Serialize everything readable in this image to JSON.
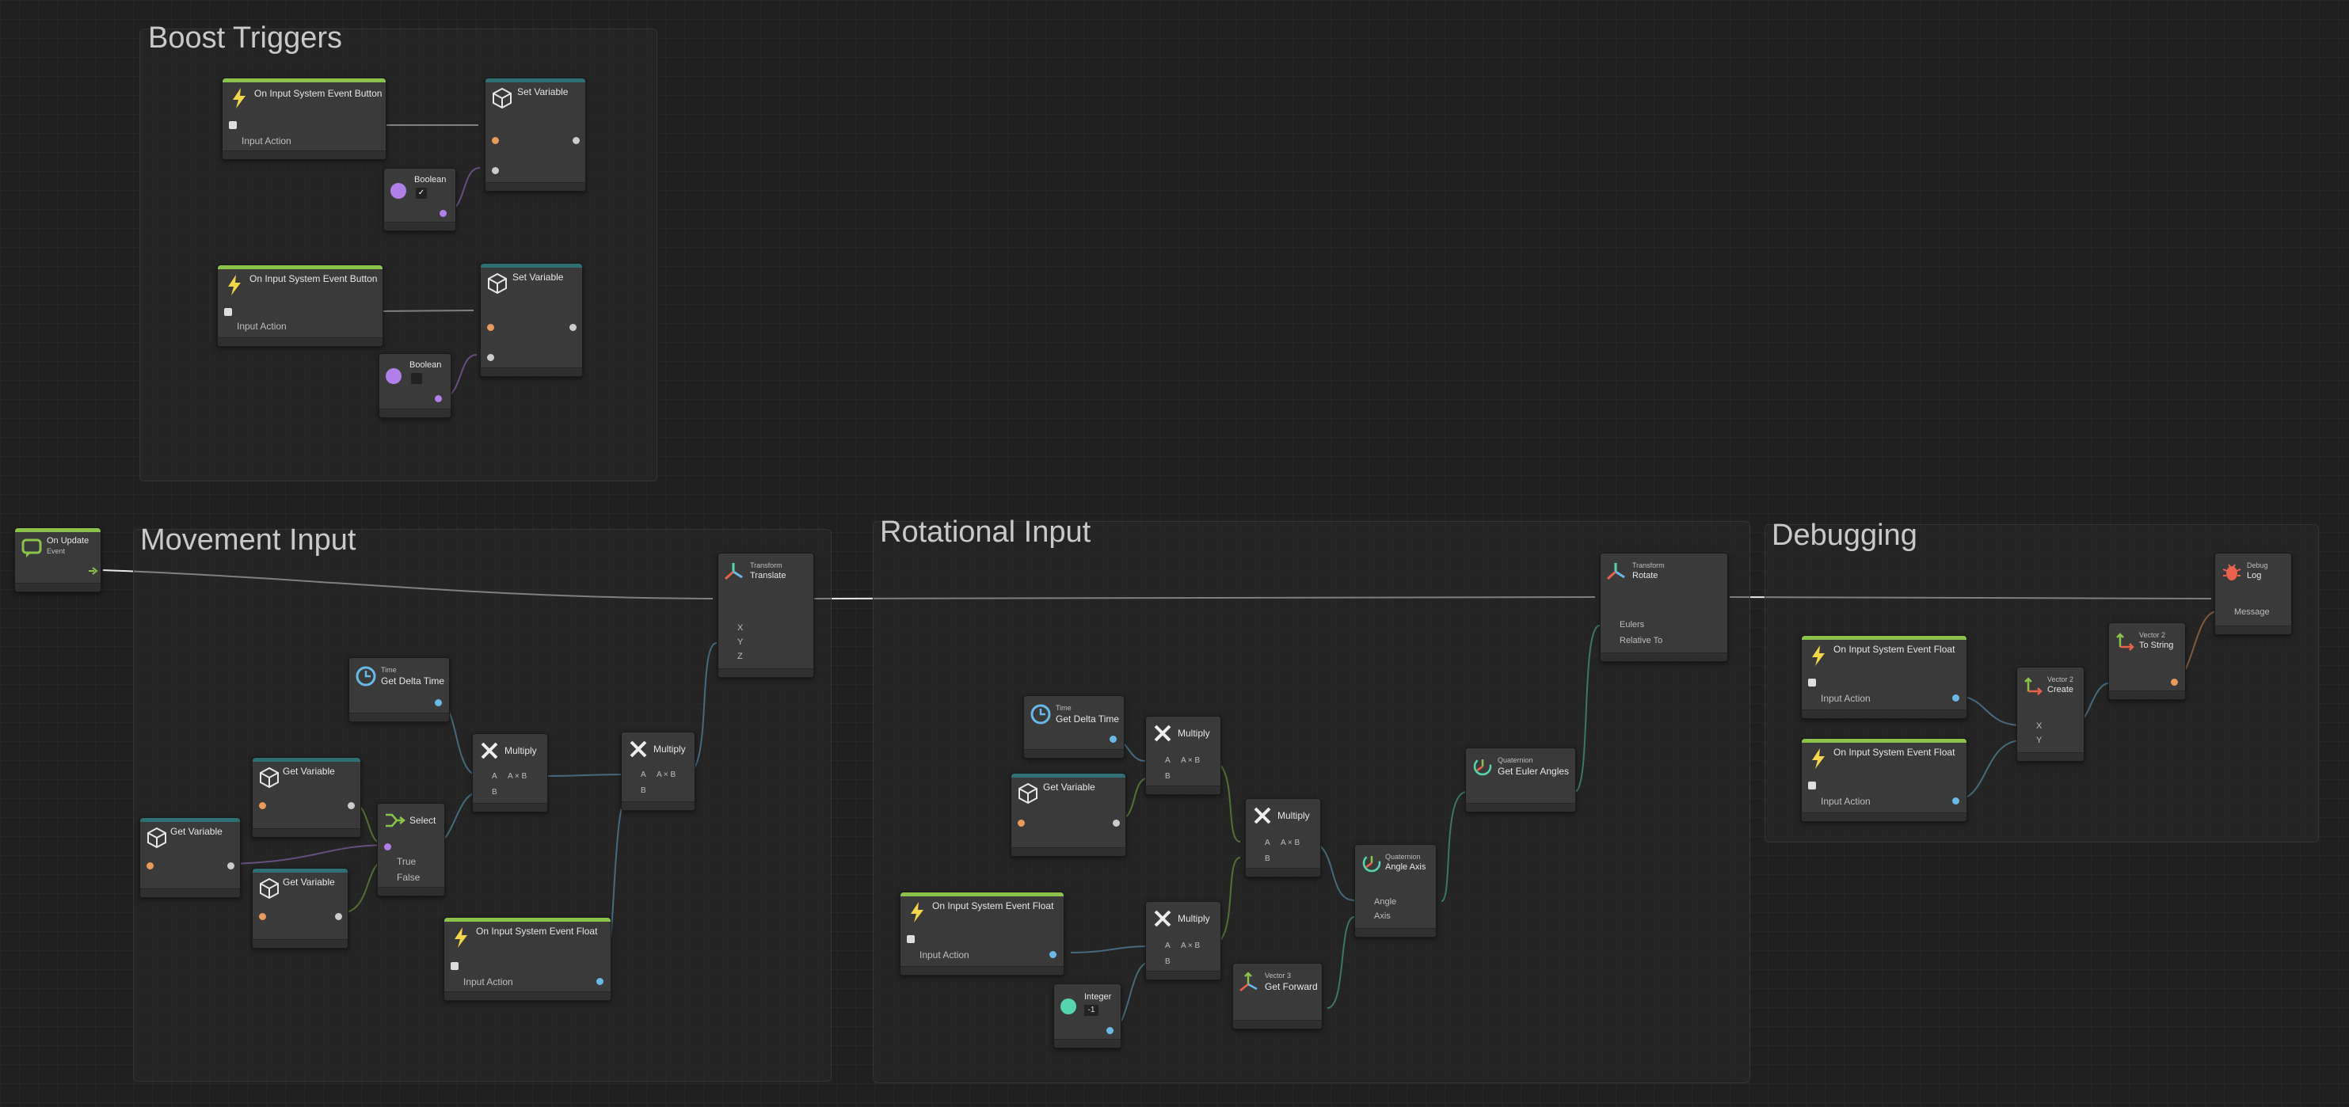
{
  "groups": {
    "boost": "Boost Triggers",
    "movement": "Movement Input",
    "rotational": "Rotational Input",
    "debugging": "Debugging"
  },
  "nodes": {
    "on_update": {
      "title": "On Update",
      "sub": "Event"
    },
    "boost_btn_1": {
      "title": "On Input System Event Button",
      "port": "Input Action"
    },
    "set_var_1": {
      "title": "Set Variable"
    },
    "bool_1": {
      "title": "Boolean",
      "value": "✓"
    },
    "boost_btn_2": {
      "title": "On Input System Event Button",
      "port": "Input Action"
    },
    "set_var_2": {
      "title": "Set Variable"
    },
    "bool_2": {
      "title": "Boolean",
      "value": ""
    },
    "get_delta_1": {
      "sub": "Time",
      "title": "Get Delta Time"
    },
    "get_var_main": {
      "title": "Get Variable"
    },
    "get_var_true": {
      "title": "Get Variable"
    },
    "get_var_false": {
      "title": "Get Variable"
    },
    "select": {
      "title": "Select",
      "port_true": "True",
      "port_false": "False"
    },
    "multiply_1": {
      "title": "Multiply",
      "a": "A",
      "ab": "A × B",
      "b": "B"
    },
    "multiply_2": {
      "title": "Multiply",
      "a": "A",
      "ab": "A × B",
      "b": "B"
    },
    "move_float": {
      "title": "On Input System Event Float",
      "port": "Input Action"
    },
    "translate": {
      "sub": "Transform",
      "title": "Translate",
      "x": "X",
      "y": "Y",
      "z": "Z"
    },
    "get_delta_2": {
      "sub": "Time",
      "title": "Get Delta Time"
    },
    "get_var_rot": {
      "title": "Get Variable"
    },
    "multiply_3": {
      "title": "Multiply",
      "a": "A",
      "ab": "A × B",
      "b": "B"
    },
    "multiply_4": {
      "title": "Multiply",
      "a": "A",
      "ab": "A × B",
      "b": "B"
    },
    "multiply_5": {
      "title": "Multiply",
      "a": "A",
      "ab": "A × B",
      "b": "B"
    },
    "rot_float": {
      "title": "On Input System Event Float",
      "port": "Input Action"
    },
    "integer": {
      "title": "Integer",
      "value": "-1"
    },
    "get_forward": {
      "sub": "Vector 3",
      "title": "Get Forward"
    },
    "angle_axis": {
      "sub": "Quaternion",
      "title": "Angle Axis",
      "angle": "Angle",
      "axis": "Axis"
    },
    "euler": {
      "sub": "Quaternion",
      "title": "Get Euler Angles"
    },
    "rotate": {
      "sub": "Transform",
      "title": "Rotate",
      "eulers": "Eulers",
      "relative": "Relative To"
    },
    "dbg_float_1": {
      "title": "On Input System Event Float",
      "port": "Input Action"
    },
    "dbg_float_2": {
      "title": "On Input System Event Float",
      "port": "Input Action"
    },
    "vec2_create": {
      "sub": "Vector 2",
      "title": "Create",
      "x": "X",
      "y": "Y"
    },
    "vec2_tostring": {
      "sub": "Vector 2",
      "title": "To String"
    },
    "debug_log": {
      "sub": "Debug",
      "title": "Log",
      "message": "Message"
    }
  },
  "colors": {
    "background": "#202020",
    "flow": "#e0e0e0",
    "float": "#6ab8e6",
    "bool": "#b07fe8",
    "variable": "#8bc34a",
    "object": "#e89a5a",
    "quaternion": "#55d6b0",
    "event_header": "#8bc34a",
    "variable_header": "#2e6f73"
  }
}
